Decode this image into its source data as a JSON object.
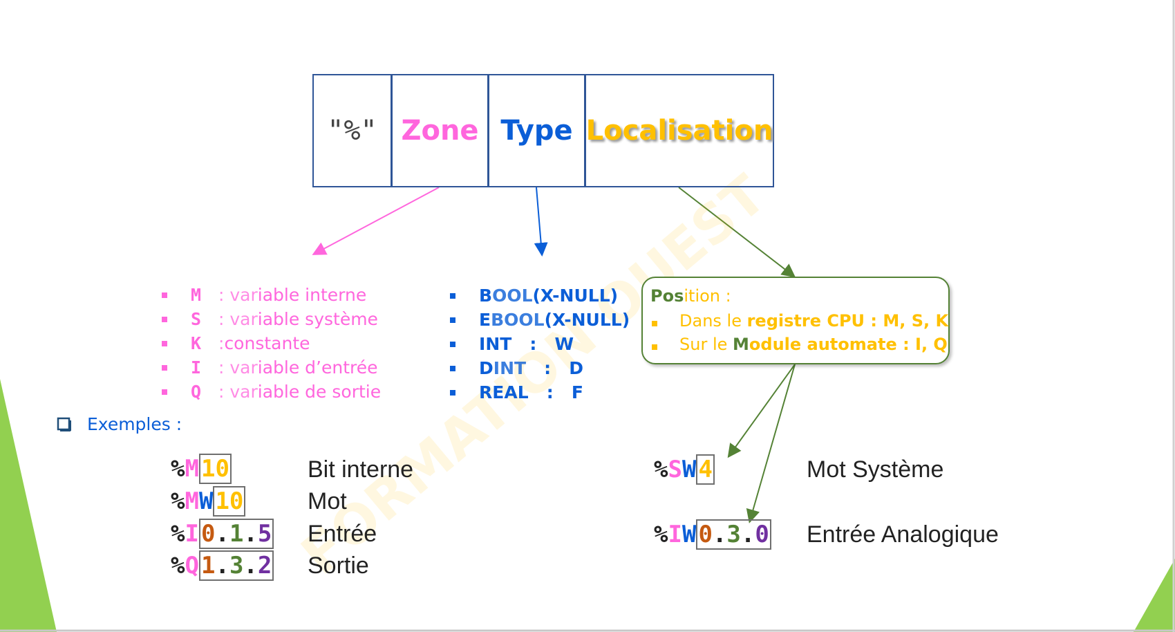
{
  "header": {
    "percent": "\"%\"",
    "zone": "Zone",
    "type": "Type",
    "localisation": "Localisation"
  },
  "zone_list": [
    {
      "code": "M",
      "desc_a": ": var",
      "desc_b": "iable interne"
    },
    {
      "code": "S",
      "desc_a": ": var",
      "desc_b": "iable système"
    },
    {
      "code": "K",
      "desc_a": ": ",
      "desc_b": "constante"
    },
    {
      "code": "I",
      "desc_a": ": var",
      "desc_b": "iable d’entrée"
    },
    {
      "code": "Q",
      "desc_a": ": var",
      "desc_b": "iable de sortie"
    }
  ],
  "type_list": [
    {
      "first": "B",
      "rest": "OOL ",
      "paren": "(X-NULL)"
    },
    {
      "first": "E",
      "rest": "BOOL ",
      "paren": "(X-NULL)"
    },
    {
      "first": "I",
      "rest": "NT",
      "suffix": "   :   W"
    },
    {
      "first": "D",
      "rest": "INT",
      "suffix": "   :   D"
    },
    {
      "first": "R",
      "rest": "EAL",
      "suffix": "   :   F"
    }
  ],
  "position": {
    "title_a": "Pos",
    "title_b": "ition :",
    "line1_a": "Dans le ",
    "line1_b": "registre CPU : M, S, K",
    "line2_a": "Sur le ",
    "line2_m": "M",
    "line2_b": "odule automate : I, Q"
  },
  "examples_title": "Exemples :",
  "examples": {
    "m10": {
      "prefix": "%",
      "zone": "M",
      "loc": "10",
      "label": "Bit interne"
    },
    "mw10": {
      "prefix": "%",
      "zone": "M",
      "type": "W",
      "loc": "10",
      "label": "Mot"
    },
    "i015": {
      "prefix": "%",
      "zone": "I",
      "d1": "0",
      "dot1": ".",
      "d2": "1",
      "dot2": ".",
      "d3": "5",
      "label": "Entrée"
    },
    "q132": {
      "prefix": "%",
      "zone": "Q",
      "d1": "1",
      "dot1": ".",
      "d2": "3",
      "dot2": ".",
      "d3": "2",
      "label": "Sortie"
    },
    "sw4": {
      "prefix": "%",
      "zone": "S",
      "type": "W",
      "loc": "4",
      "label": "Mot Système"
    },
    "iw030": {
      "prefix": "%",
      "zone": "I",
      "type": "W",
      "d1": "0",
      "dot1": ".",
      "d2": "3",
      "dot2": ".",
      "d3": "0",
      "label": "Entrée Analogique"
    }
  },
  "watermark": "FORMATION OUEST",
  "colors": {
    "zone": "#ff66dd",
    "type": "#0b5ed7",
    "localisation": "#ffc000",
    "green": "#548235",
    "orange": "#c55a11",
    "purple": "#7030a0",
    "frame": "#2f5597",
    "slide_accent": "#92d050"
  },
  "icons": {
    "bullet": "square-bullet-icon",
    "checkbox": "checkbox-icon"
  }
}
